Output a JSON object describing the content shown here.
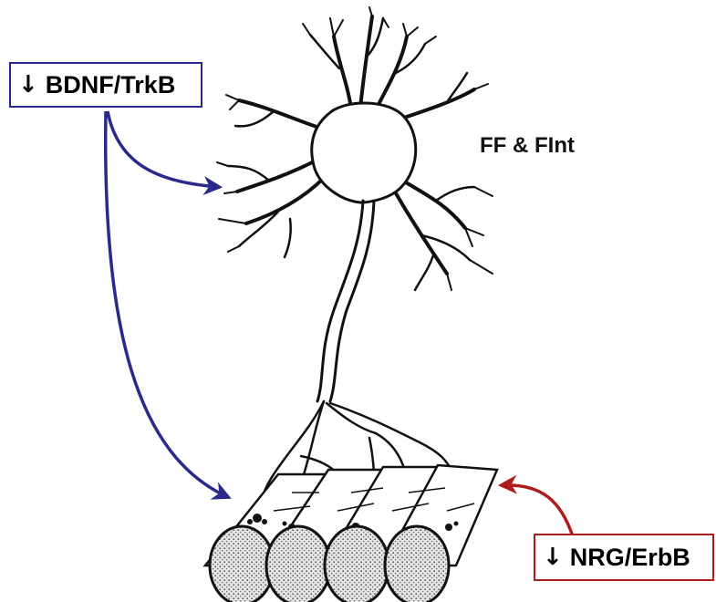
{
  "labels": {
    "bdnf": {
      "arrow": "↓",
      "text": "BDNF/TrkB"
    },
    "nrg": {
      "arrow": "↓",
      "text": "NRG/ErbB"
    },
    "neuron": "FF & FInt"
  },
  "colors": {
    "bdnf": "#2a2a8c",
    "nrg": "#b01c1c",
    "ink": "#111111"
  }
}
